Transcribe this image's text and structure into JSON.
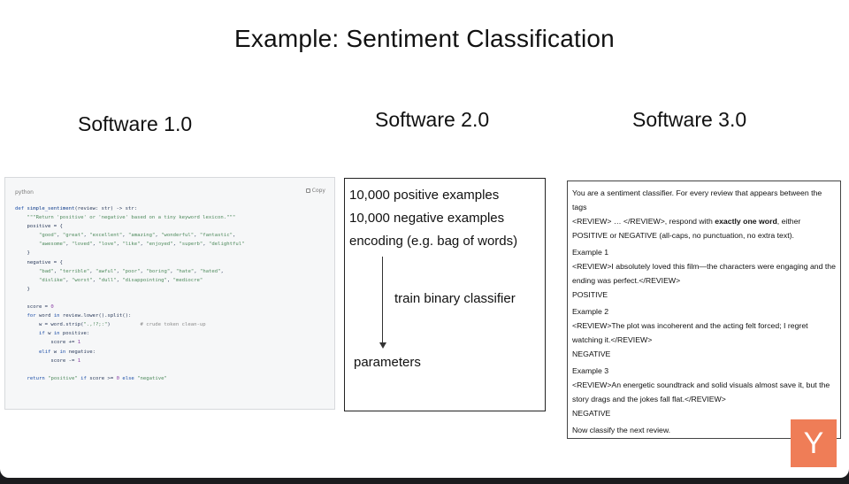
{
  "title": "Example: Sentiment Classification",
  "columns": {
    "software1": "Software 1.0",
    "software2": "Software 2.0",
    "software3": "Software 3.0"
  },
  "code_panel": {
    "language": "python",
    "copy_label": "Copy"
  },
  "panel2": {
    "line1": "10,000 positive examples",
    "line2": "10,000 negative examples",
    "line3": "encoding (e.g. bag of words)",
    "train_label": "train binary classifier",
    "output_label": "parameters"
  },
  "panel3": {
    "intro_a": "You are a sentiment classifier. For every review that appears between the tags",
    "intro_b": "<REVIEW> … </REVIEW>, respond with ",
    "intro_bold": "exactly one word",
    "intro_c": ", either",
    "intro_d": "POSITIVE or NEGATIVE (all-caps, no punctuation, no extra text).",
    "examples": [
      {
        "heading": "Example 1",
        "review": "<REVIEW>I absolutely loved this film—the characters were engaging and the ending was perfect.</REVIEW>",
        "label": "POSITIVE"
      },
      {
        "heading": "Example 2",
        "review": "<REVIEW>The plot was incoherent and the acting felt forced; I regret watching it.</REVIEW>",
        "label": "NEGATIVE"
      },
      {
        "heading": "Example 3",
        "review": "<REVIEW>An energetic soundtrack and solid visuals almost save it, but the story drags and the jokes fall flat.</REVIEW>",
        "label": "NEGATIVE"
      }
    ],
    "closing": "Now classify the next review."
  },
  "logo": {
    "letter": "Y",
    "color": "#ef7d57"
  }
}
